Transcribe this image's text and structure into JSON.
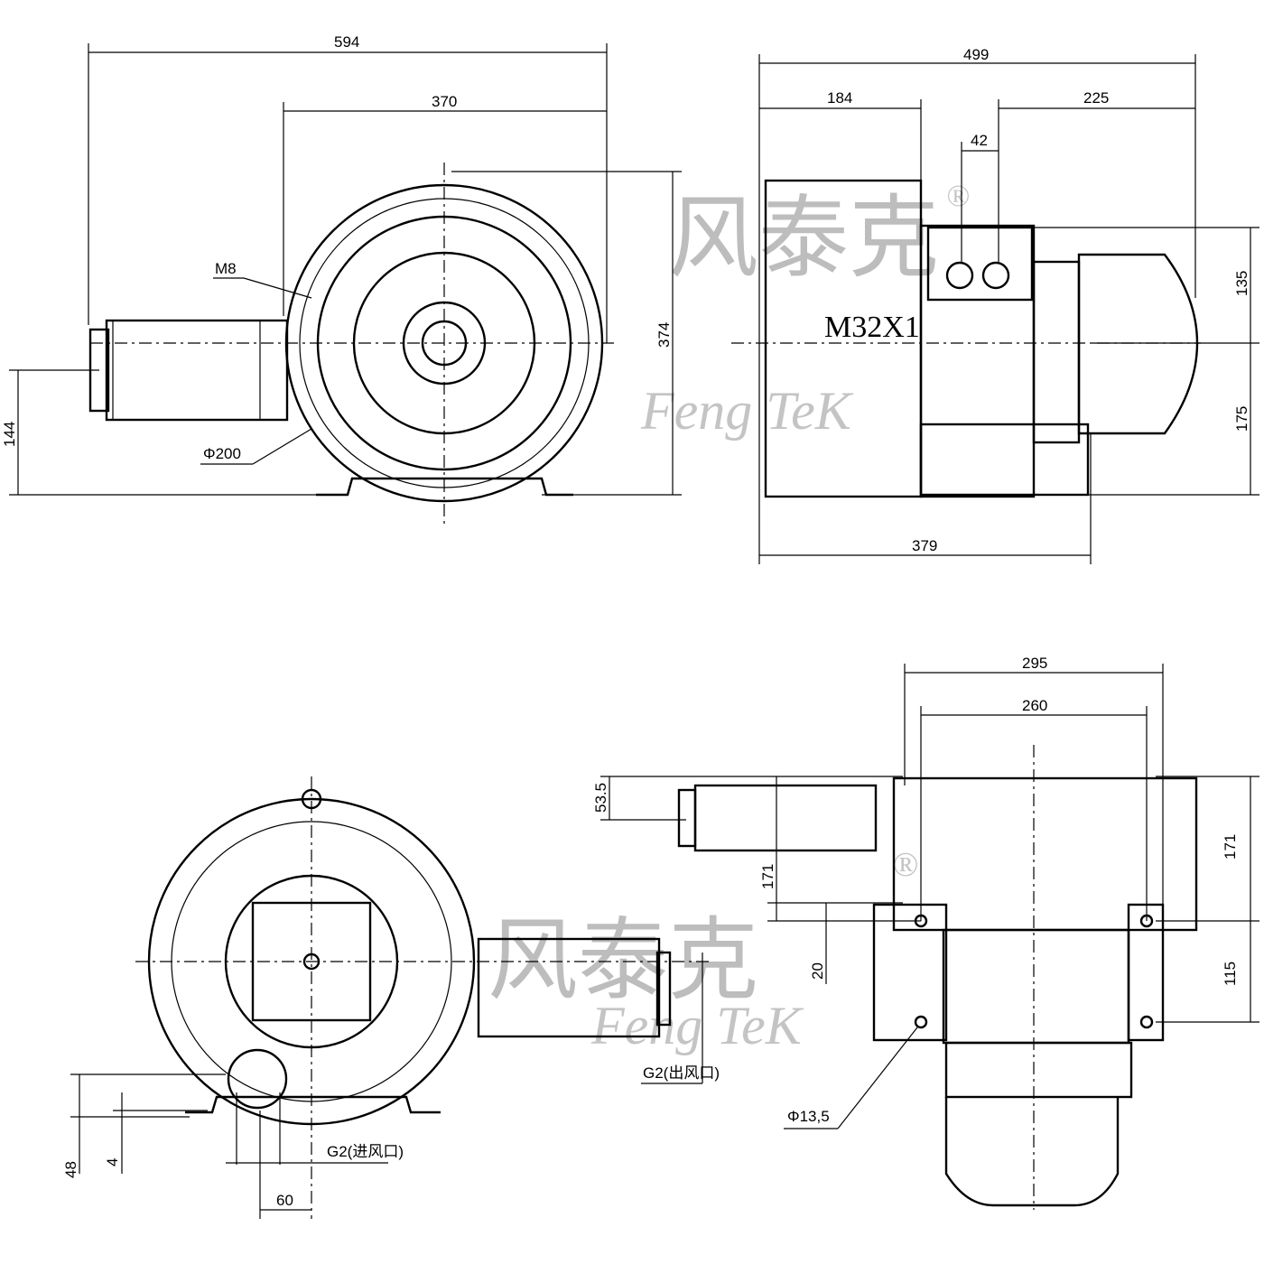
{
  "watermark": {
    "cn": "风泰克",
    "en": "Feng TeK",
    "registered": "®"
  },
  "front_view": {
    "width_total": "594",
    "width_body": "370",
    "height": "374",
    "shaft_height": "144",
    "bolt": "M8",
    "diameter": "Φ200"
  },
  "side_view": {
    "length_total": "499",
    "left": "184",
    "right": "225",
    "terminal": "42",
    "upper": "135",
    "lower": "175",
    "base": "379",
    "cable_gland": "M32X1"
  },
  "rear_view": {
    "base_height": "48",
    "foot": "4",
    "inlet_offset": "60",
    "inlet_label": "G2(进风口)",
    "outlet_label": "G2(出风口)"
  },
  "top_view": {
    "width_total": "295",
    "width_holes": "260",
    "outlet_offset": "53.5",
    "outlet_height": "171",
    "hole_offset": "20",
    "right_upper": "171",
    "right_lower": "115",
    "hole_dia": "Φ13,5"
  }
}
